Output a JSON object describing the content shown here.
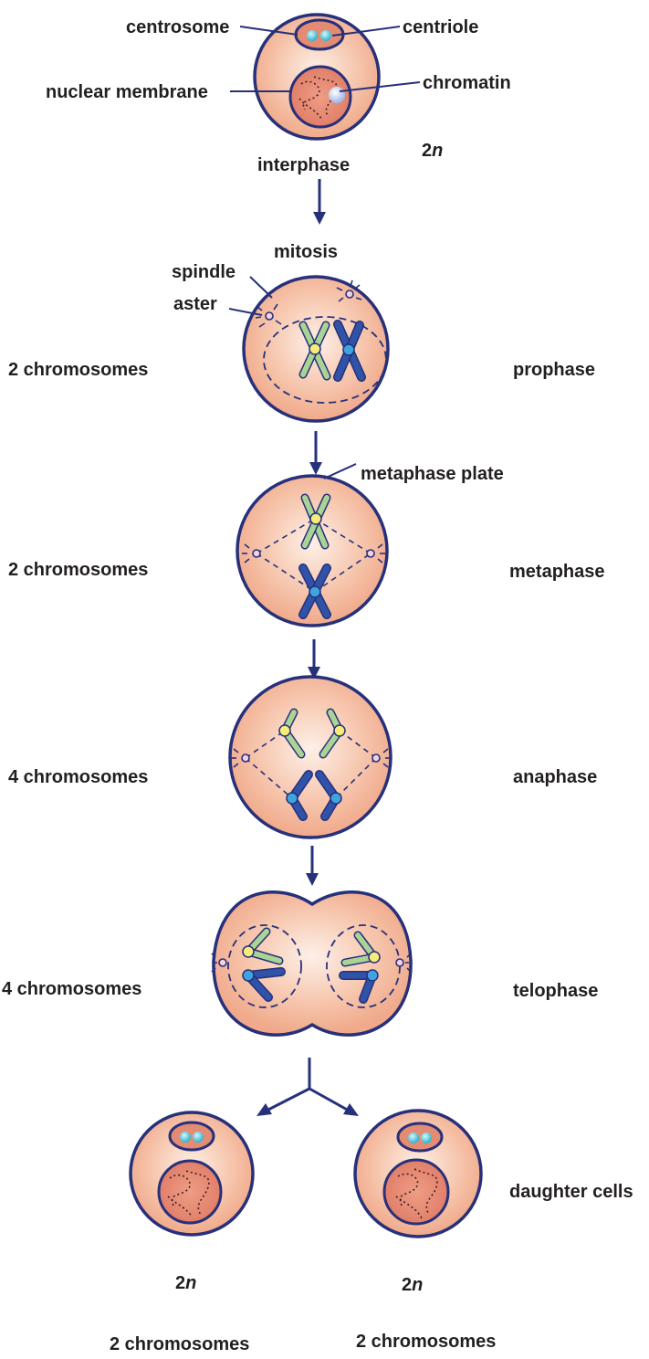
{
  "labels": {
    "centrosome": "centrosome",
    "centriole": "centriole",
    "nuclear_membrane": "nuclear membrane",
    "chromatin": "chromatin",
    "interphase_ploidy_num": "2",
    "interphase_ploidy_sym": "n",
    "interphase": "interphase",
    "mitosis": "mitosis",
    "spindle": "spindle",
    "aster": "aster",
    "metaphase_plate": "metaphase plate"
  },
  "stages": [
    {
      "name": "prophase",
      "chromosomes": "2 chromosomes"
    },
    {
      "name": "metaphase",
      "chromosomes": "2 chromosomes"
    },
    {
      "name": "anaphase",
      "chromosomes": "4 chromosomes"
    },
    {
      "name": "telophase",
      "chromosomes": "4 chromosomes"
    }
  ],
  "daughter": {
    "label": "daughter cells",
    "cells": [
      {
        "ploidy_num": "2",
        "ploidy_sym": "n",
        "chromosomes": "2 chromosomes"
      },
      {
        "ploidy_num": "2",
        "ploidy_sym": "n",
        "chromosomes": "2 chromosomes"
      }
    ]
  },
  "colors": {
    "outline": "#27307a",
    "cell_fill": "#f3b699",
    "cell_center": "#fbe5da",
    "nucleus_fill": "#e48b73",
    "chromosome_green": "#9fcf8c",
    "chromosome_blue": "#2c4ea0",
    "centromere_yellow": "#f5ec7a",
    "centromere_blue": "#3ea4e0",
    "centriole": "#55c6d8"
  }
}
